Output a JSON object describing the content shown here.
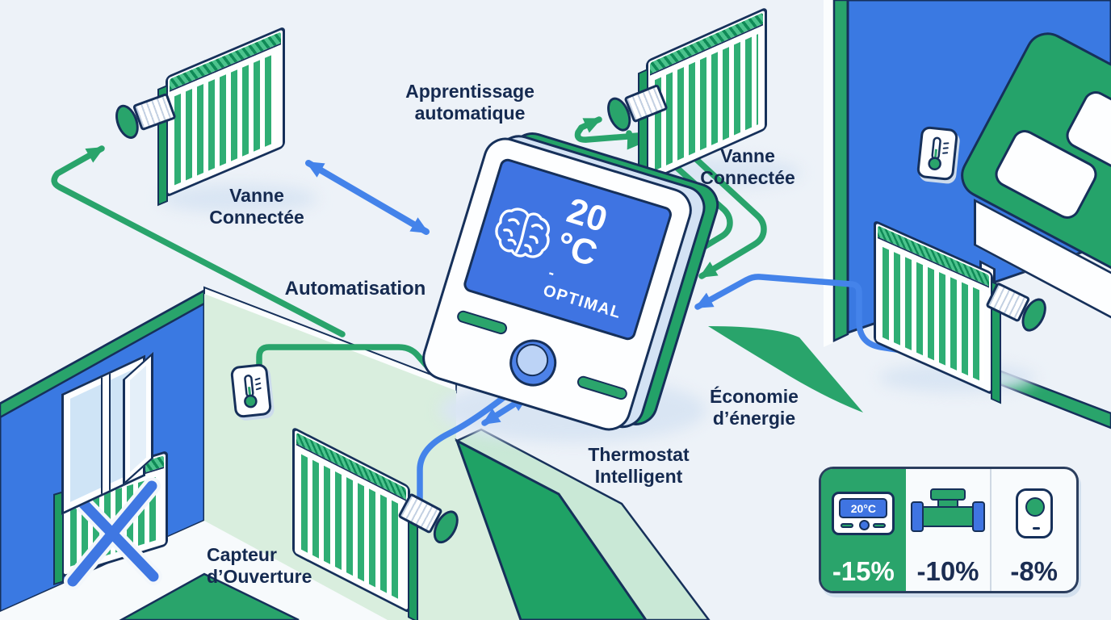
{
  "labels": {
    "learning": {
      "line1": "Apprentissage",
      "line2": "automatique"
    },
    "valve_left": {
      "line1": "Vanne",
      "line2": "Connectée"
    },
    "valve_right": {
      "line1": "Vanne",
      "line2": "Connectée"
    },
    "automation": "Automatisation",
    "thermostat": {
      "line1": "Thermostat",
      "line2": "Intelligent"
    },
    "energy_saving": {
      "line1": "Économie",
      "line2": "d’énergie"
    },
    "opening_sensor": {
      "line1": "Capteur",
      "line2": "d’Ouverture"
    }
  },
  "thermostat_display": {
    "temperature": "20 °C",
    "status": "- OPTIMAL"
  },
  "legend": {
    "items": [
      {
        "icon": "thermostat-icon",
        "display": "20°C",
        "value": "-15%"
      },
      {
        "icon": "valve-icon",
        "value": "-10%"
      },
      {
        "icon": "sensor-icon",
        "value": "-8%"
      }
    ]
  },
  "colors": {
    "green": "#29a46b",
    "blue_wall": "#3a79e2",
    "blue_arrow": "#4483ea",
    "navy_outline": "#16305a",
    "text_navy": "#152a50",
    "pale_green_wall": "#d9eede",
    "background": "#edf2f8"
  }
}
